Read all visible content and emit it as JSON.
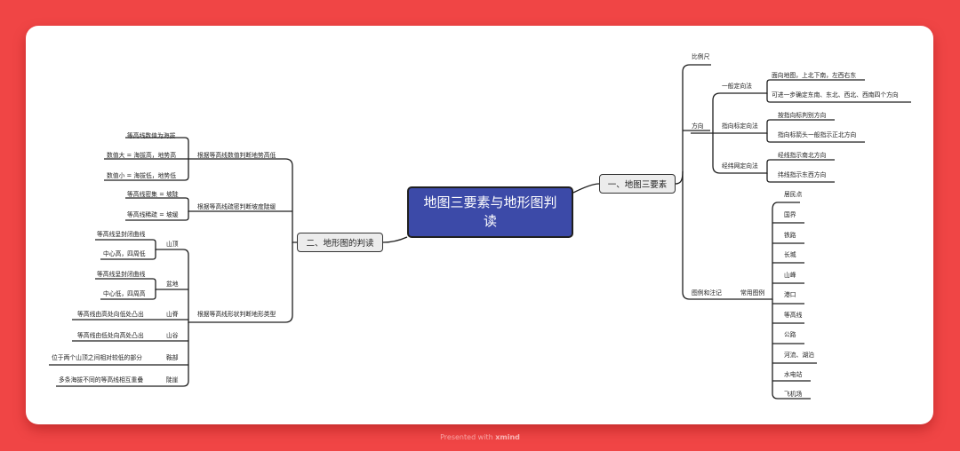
{
  "root": {
    "title": "地图三要素与地形图判读"
  },
  "right": {
    "branch": "一、地图三要素",
    "scale": "比例尺",
    "direction": {
      "label": "方向",
      "general": {
        "label": "一般定向法",
        "items": [
          "面向地图，上北下南，左西右东",
          "可进一步确定东南、东北、西北、西南四个方向"
        ]
      },
      "compass": {
        "label": "指向标定向法",
        "items": [
          "按指向标判别方向",
          "指向标箭头一般指示正北方向"
        ]
      },
      "grid": {
        "label": "经纬网定向法",
        "items": [
          "经线指示南北方向",
          "纬线指示东西方向"
        ]
      }
    },
    "legend": {
      "label": "图例和注记",
      "common": "常用图例",
      "items": [
        "居民点",
        "国界",
        "铁路",
        "长城",
        "山峰",
        "港口",
        "等高线",
        "公路",
        "河流、湖泊",
        "水电站",
        "飞机场"
      ]
    }
  },
  "left": {
    "branch": "二、地形图的判读",
    "altitude": {
      "label": "根据等高线数值判断地势高低",
      "items": [
        "等高线数值为海拔",
        "数值大 = 海拔高，地势高",
        "数值小 = 海拔低，地势低"
      ]
    },
    "slope": {
      "label": "根据等高线疏密判断坡度陡缓",
      "items": [
        "等高线密集 = 坡陡",
        "等高线稀疏 = 坡缓"
      ]
    },
    "terrain": {
      "label": "根据等高线形状判断地形类型",
      "peak": {
        "label": "山顶",
        "items": [
          "等高线呈封闭曲线",
          "中心高，四周低"
        ]
      },
      "basin": {
        "label": "盆地",
        "items": [
          "等高线呈封闭曲线",
          "中心低，四周高"
        ]
      },
      "ridge": {
        "label": "山脊",
        "desc": "等高线由高处向低处凸出"
      },
      "valley": {
        "label": "山谷",
        "desc": "等高线由低处向高处凸出"
      },
      "saddle": {
        "label": "鞍部",
        "desc": "位于两个山顶之间相对较低的部分"
      },
      "cliff": {
        "label": "陡崖",
        "desc": "多条海拔不同的等高线相互重叠"
      }
    }
  },
  "footer": {
    "prefix": "Presented with",
    "brand": "xmind"
  }
}
